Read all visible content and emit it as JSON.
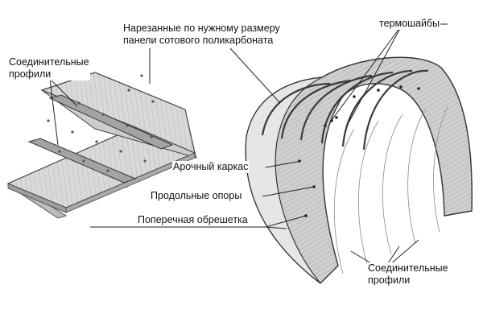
{
  "labels": {
    "cut_panels_line1": "Нарезанные по нужному размеру",
    "cut_panels_line2": "панели сотового поликарбоната",
    "thermo_washers": "термошайбы",
    "connecting_profiles_left_line1": "Соединительные",
    "connecting_profiles_left_line2": "профили",
    "arch_frame": "Арочный каркас",
    "longitudinal_supports": "Продольные опоры",
    "cross_lathing": "Поперечная обрешетка",
    "connecting_profiles_right_line1": "Соединительные",
    "connecting_profiles_right_line2": "профили"
  }
}
